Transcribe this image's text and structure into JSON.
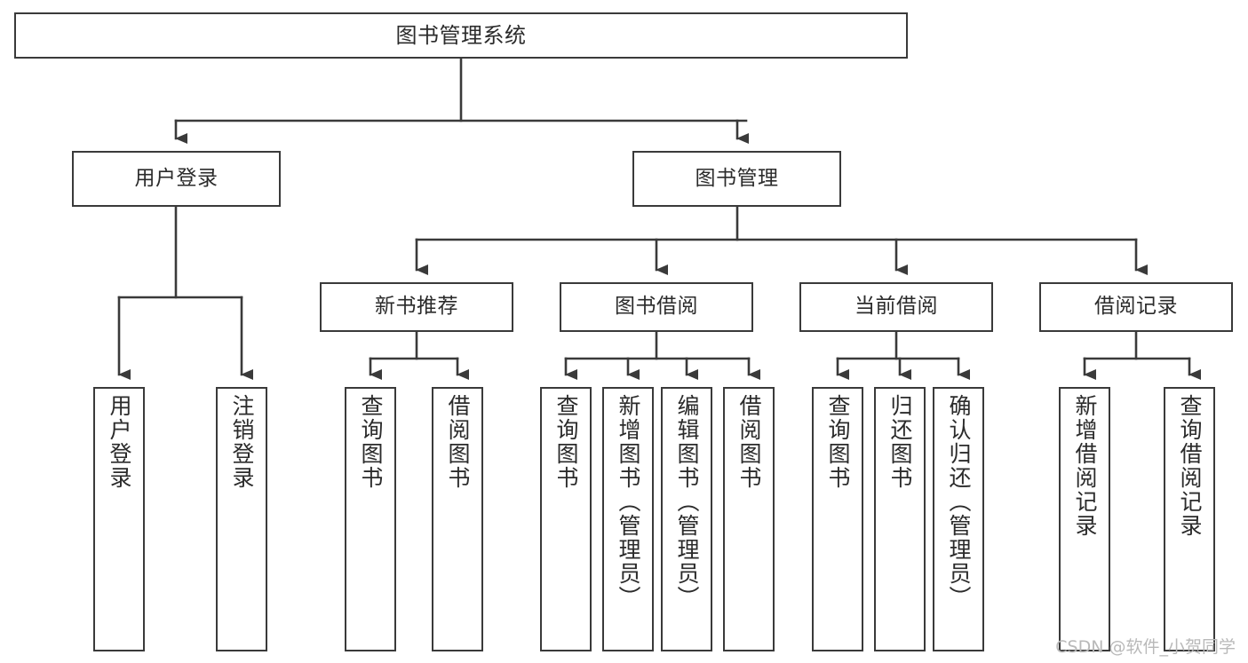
{
  "diagram": {
    "title": "图书管理系统",
    "type": "tree-hierarchy-diagram",
    "watermark": "CSDN @软件_小贺同学",
    "colors": {
      "box_border": "#3a3a3a",
      "box_fill": "#ffffff",
      "edge": "#3a3a3a",
      "text": "#2b2b2b",
      "background": "#ffffff",
      "watermark": "#b9b9b9"
    },
    "root": {
      "label": "图书管理系统"
    },
    "level2": [
      {
        "id": "user-login",
        "label": "用户登录"
      },
      {
        "id": "book-manage",
        "label": "图书管理"
      }
    ],
    "level3": [
      {
        "id": "new-book-recommend",
        "label": "新书推荐"
      },
      {
        "id": "book-borrow",
        "label": "图书借阅"
      },
      {
        "id": "current-borrow",
        "label": "当前借阅"
      },
      {
        "id": "borrow-record",
        "label": "借阅记录"
      }
    ],
    "leaves": {
      "user_login": [
        {
          "id": "leaf-user-login",
          "label": "用户登录"
        },
        {
          "id": "leaf-logout-login",
          "label": "注销登录"
        }
      ],
      "new_book_recommend": [
        {
          "id": "leaf-query-book-1",
          "label": "查询图书"
        },
        {
          "id": "leaf-borrow-book-1",
          "label": "借阅图书"
        }
      ],
      "book_borrow": [
        {
          "id": "leaf-query-book-2",
          "label": "查询图书"
        },
        {
          "id": "leaf-add-book",
          "label": "新增图书（管理员）"
        },
        {
          "id": "leaf-edit-book",
          "label": "编辑图书（管理员）"
        },
        {
          "id": "leaf-borrow-book-2",
          "label": "借阅图书"
        }
      ],
      "current_borrow": [
        {
          "id": "leaf-query-book-3",
          "label": "查询图书"
        },
        {
          "id": "leaf-return-book",
          "label": "归还图书"
        },
        {
          "id": "leaf-confirm-return",
          "label": "确认归还（管理员）"
        }
      ],
      "borrow_record": [
        {
          "id": "leaf-add-record",
          "label": "新增借阅记录"
        },
        {
          "id": "leaf-query-record",
          "label": "查询借阅记录"
        }
      ]
    }
  }
}
